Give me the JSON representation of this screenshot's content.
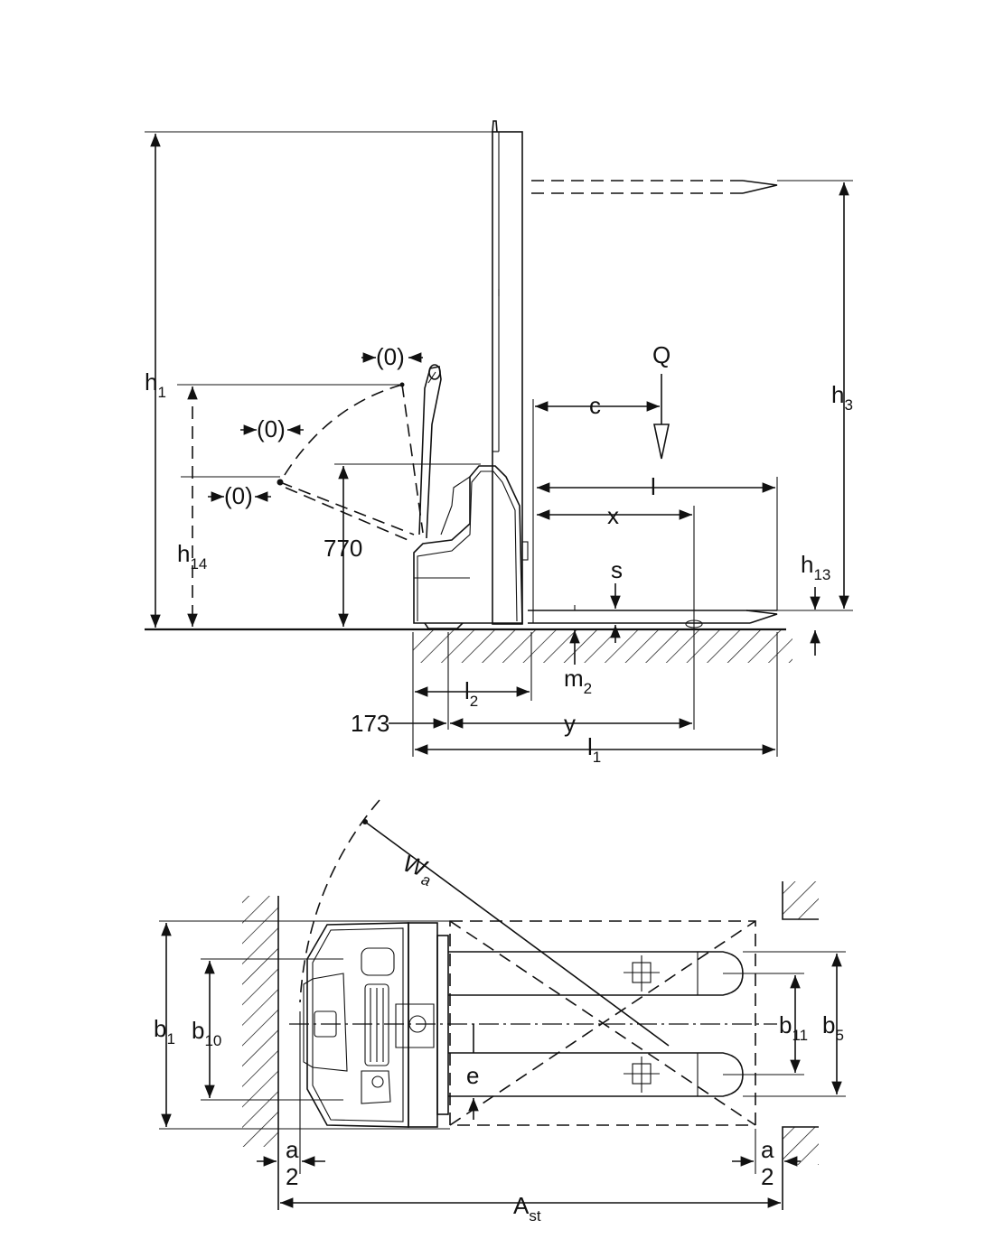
{
  "side_view": {
    "labels": {
      "h1": {
        "main": "h",
        "sub": "1"
      },
      "h3": {
        "main": "h",
        "sub": "3"
      },
      "h14": {
        "main": "h",
        "sub": "14"
      },
      "h13": {
        "main": "h",
        "sub": "13"
      },
      "handle_height": "770",
      "Q": "Q",
      "c": "c",
      "l": "l",
      "x": "x",
      "s": "s",
      "m2": {
        "main": "m",
        "sub": "2"
      },
      "l2": {
        "main": "l",
        "sub": "2"
      },
      "y": "y",
      "l1": {
        "main": "l",
        "sub": "1"
      },
      "offset_173": "173",
      "zero_marker": "(0)"
    }
  },
  "top_view": {
    "labels": {
      "Wa": {
        "main": "W",
        "sub": "a"
      },
      "b1": {
        "main": "b",
        "sub": "1"
      },
      "b10": {
        "main": "b",
        "sub": "10"
      },
      "b11": {
        "main": "b",
        "sub": "11"
      },
      "b5": {
        "main": "b",
        "sub": "5"
      },
      "e": "e",
      "a_num": "a",
      "a_den": "2",
      "Ast": {
        "main": "A",
        "sub": "st"
      }
    }
  },
  "colors": {
    "line": "#111111",
    "background": "#ffffff"
  }
}
